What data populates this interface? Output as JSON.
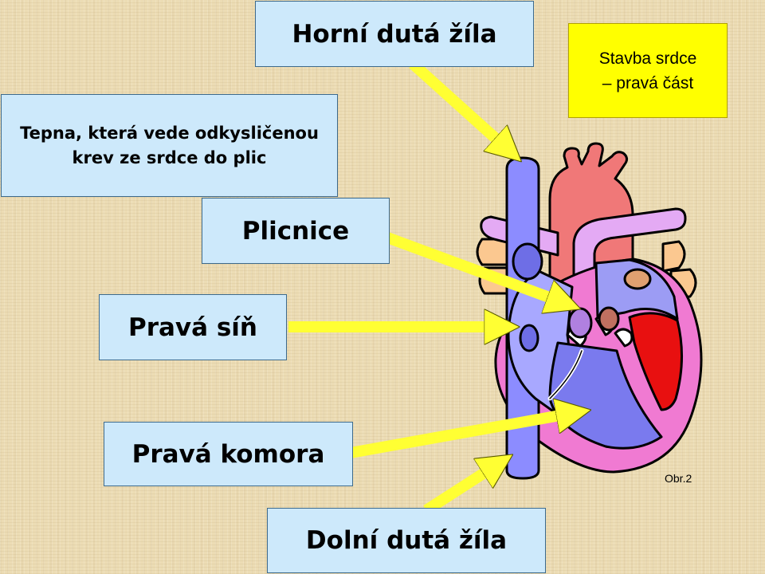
{
  "labels": {
    "superior_vena_cava": "Horní dutá žíla",
    "pulmonary_artery_description": "Tepna, která vede odkysličenou krev ze srdce do plic",
    "pulmonary_trunk": "Plicnice",
    "right_atrium": "Pravá síň",
    "right_ventricle": "Pravá komora",
    "inferior_vena_cava": "Dolní dutá žíla"
  },
  "title_box": {
    "line1": "Stavba srdce",
    "line2": "– pravá část"
  },
  "figure_note": "Obr.2",
  "colors": {
    "label_fill": "#cde9fb",
    "label_border": "#3d6a8c",
    "arrow_fill": "#ffff33",
    "title_fill": "#ffff00",
    "vena_cava": "#8c8cff",
    "aorta": "#f07878",
    "pulmonary": "#e4aaf4",
    "heart_wall": "#f07ad2",
    "left_ventricle": "#e81010"
  }
}
